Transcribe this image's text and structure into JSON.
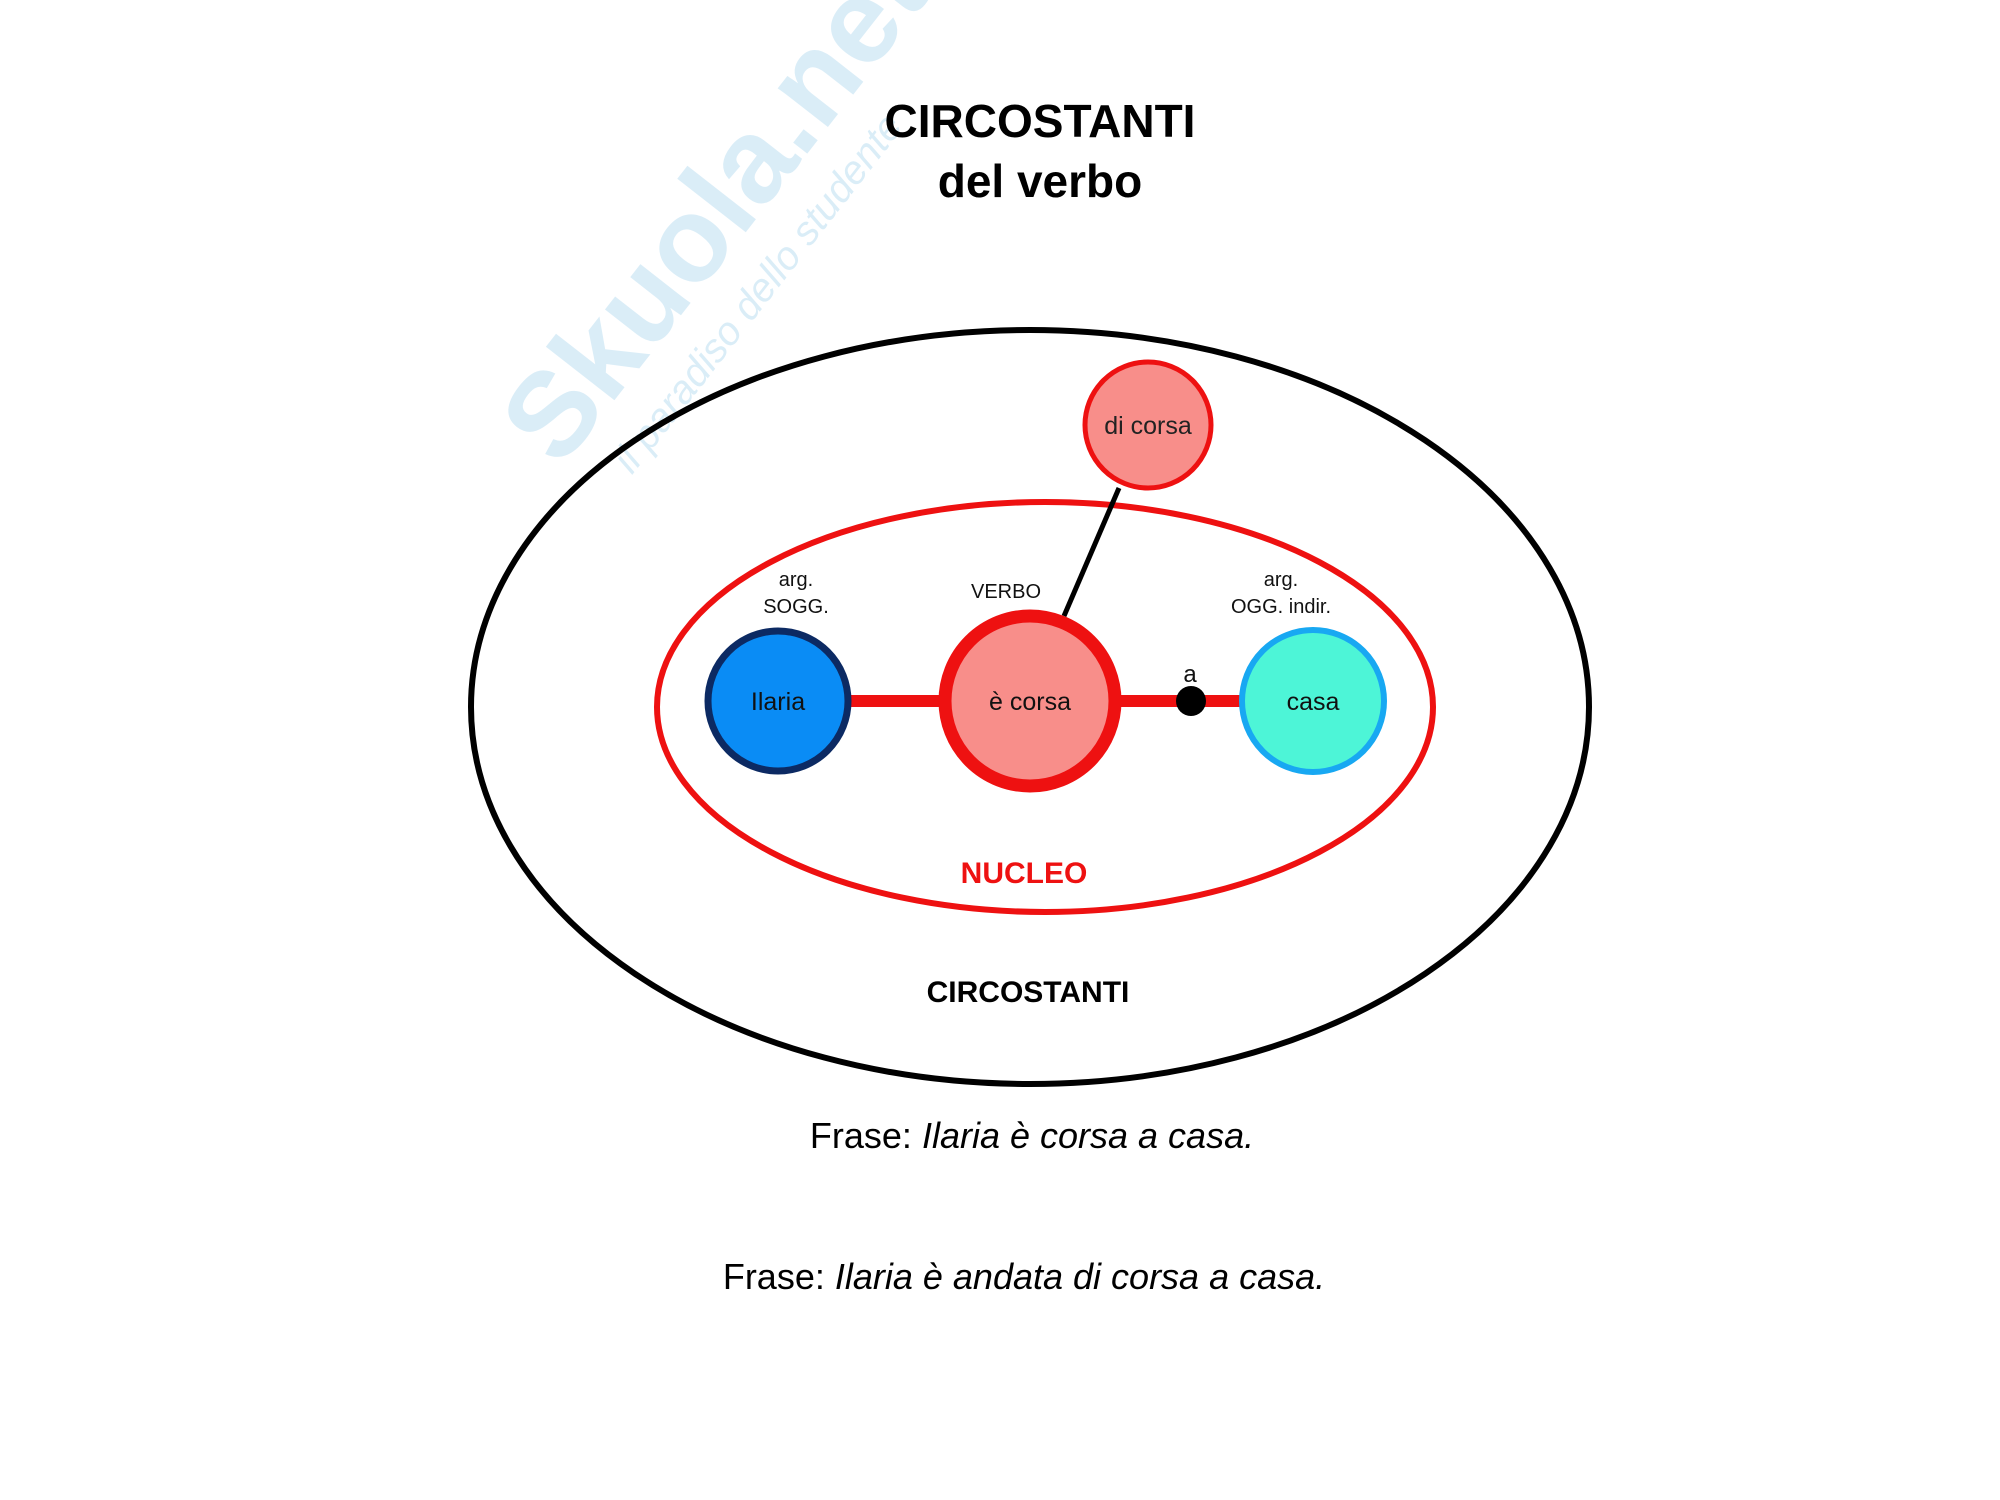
{
  "watermark": {
    "brand": "Skuola.net",
    "tagline": "il paradiso dello studente"
  },
  "title": {
    "line1": "CIRCOSTANTI",
    "line2": "del verbo"
  },
  "diagram": {
    "outer_label": "CIRCOSTANTI",
    "nucleus_label": "NUCLEO",
    "circumstant_node": "di corsa",
    "subject": {
      "role_line1": "arg.",
      "role_line2": "SOGG.",
      "node": "Ilaria"
    },
    "verb": {
      "role": "VERBO",
      "node": "è corsa"
    },
    "object": {
      "role_line1": "arg.",
      "role_line2": "OGG. indir.",
      "node": "casa",
      "preposition": "a"
    },
    "colors": {
      "red": "#ee1111",
      "pink": "#f88e8a",
      "subject_fill": "#0a8cf5",
      "subject_stroke": "#0c2a63",
      "object_fill": "#4df5d7",
      "object_stroke": "#18a8f2"
    }
  },
  "sentences": [
    {
      "prefix": "Frase: ",
      "text": "Ilaria è corsa a casa."
    },
    {
      "prefix": "Frase: ",
      "text": "Ilaria è andata di corsa a casa."
    }
  ]
}
